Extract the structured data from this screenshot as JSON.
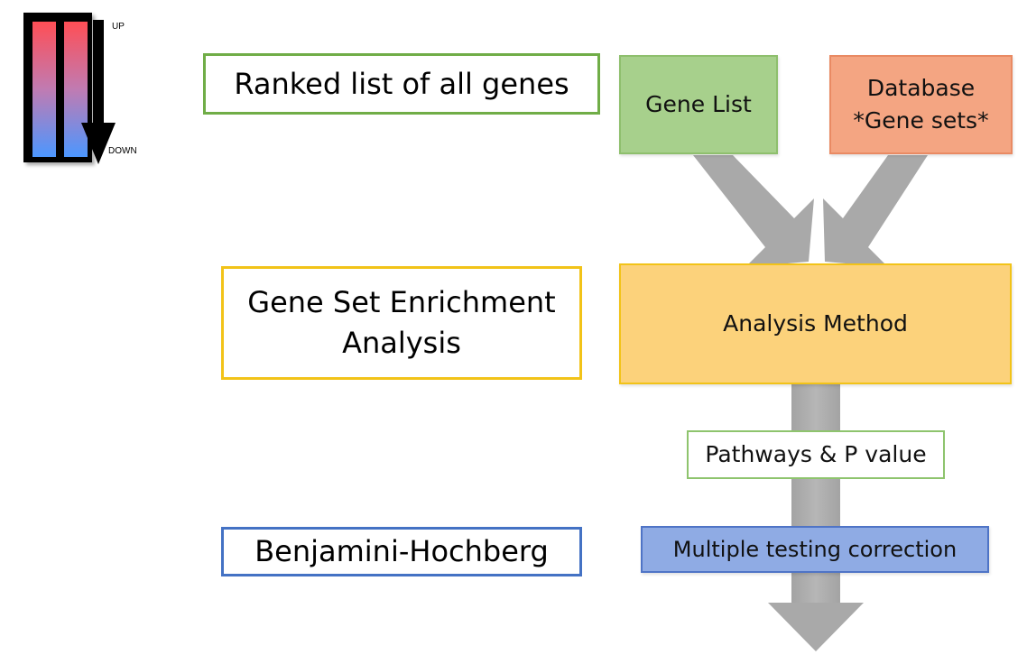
{
  "rank_icon": {
    "up_label": "UP",
    "down_label": "DOWN"
  },
  "left_labels": {
    "ranked_list": "Ranked list of all genes",
    "gsea_line1": "Gene Set Enrichment",
    "gsea_line2": "Analysis",
    "bh": "Benjamini-Hochberg"
  },
  "flow": {
    "gene_list": "Gene List",
    "database_line1": "Database",
    "database_line2": "*Gene sets*",
    "analysis_method": "Analysis Method",
    "pathways": "Pathways & P value",
    "multiple_testing": "Multiple testing correction"
  },
  "colors": {
    "green_box": "#a7d08c",
    "orange_box": "#f4a582",
    "yellow_box": "#fcd27b",
    "blue_box": "#8fabe4",
    "arrow_gray": "#aaaaaa",
    "gradient_top": "#ff4e55",
    "gradient_bottom": "#4c97ff"
  }
}
